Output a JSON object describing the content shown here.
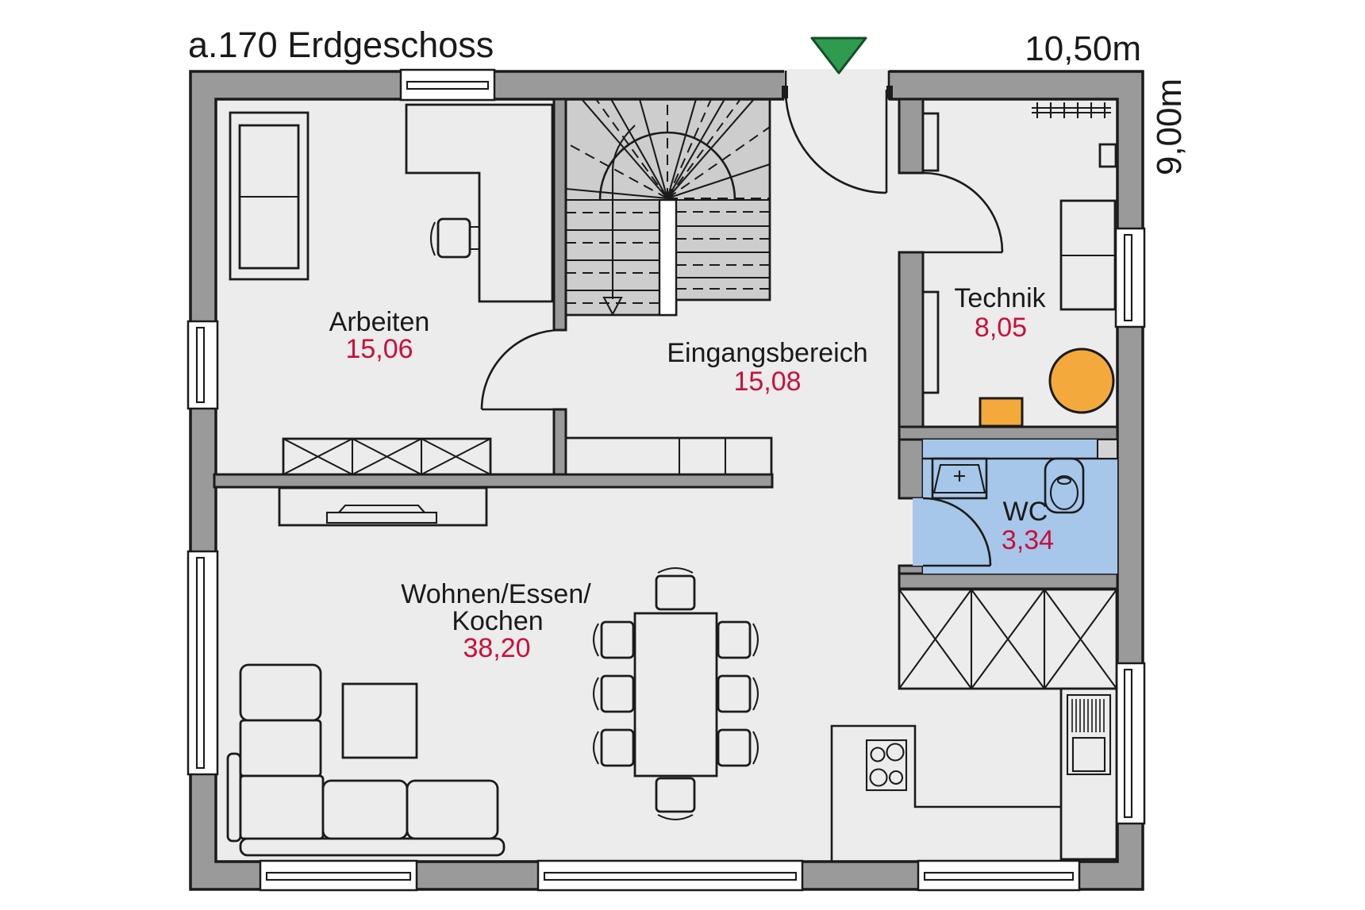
{
  "title": "a.170 Erdgeschoss",
  "dimensions": {
    "width": "10,50m",
    "height": "9,00m"
  },
  "rooms": {
    "arbeiten": {
      "name": "Arbeiten",
      "area": "15,06"
    },
    "eingangsbereich": {
      "name": "Eingangsbereich",
      "area": "15,08"
    },
    "technik": {
      "name": "Technik",
      "area": "8,05"
    },
    "wc": {
      "name": "WC",
      "area": "3,34"
    },
    "wohnen_essen_kochen": {
      "name_line1": "Wohnen/Essen/",
      "name_line2": "Kochen",
      "area": "38,20"
    }
  },
  "colors": {
    "wall": "#9a9a9a",
    "floor": "#ececec",
    "stair": "#cdcdcd",
    "wc_floor": "#a6c7e9",
    "accent_orange": "#f4a93c",
    "entrance_green": "#2f9b4e",
    "area_red": "#c9103c",
    "outline": "#1b1b1b"
  }
}
